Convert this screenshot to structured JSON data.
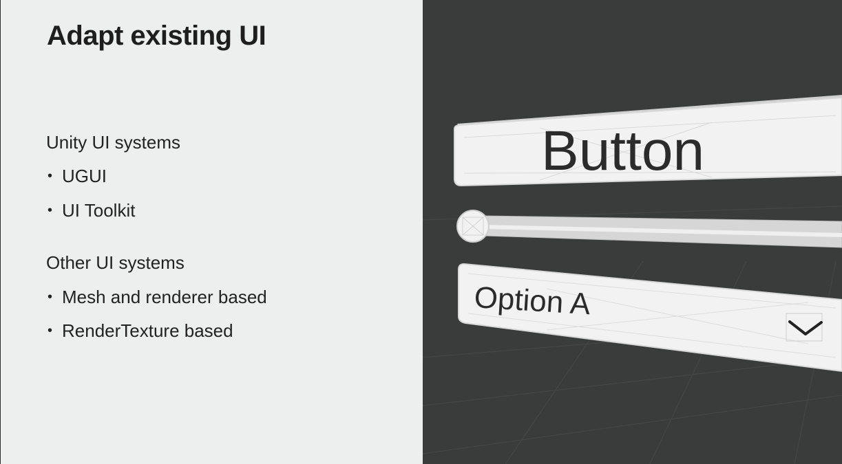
{
  "slide": {
    "title": "Adapt existing UI",
    "sections": [
      {
        "heading": "Unity UI systems",
        "bullets": [
          "UGUI",
          "UI Toolkit"
        ]
      },
      {
        "heading": "Other UI systems",
        "bullets": [
          "Mesh and renderer based",
          "RenderTexture based"
        ]
      }
    ],
    "bullet_glyph": "•"
  },
  "scene": {
    "background": "#3a3b3b",
    "button_label": "Button",
    "slider_value": 0,
    "dropdown_selected": "Option A",
    "dropdown_icon": "chevron-down-icon"
  }
}
